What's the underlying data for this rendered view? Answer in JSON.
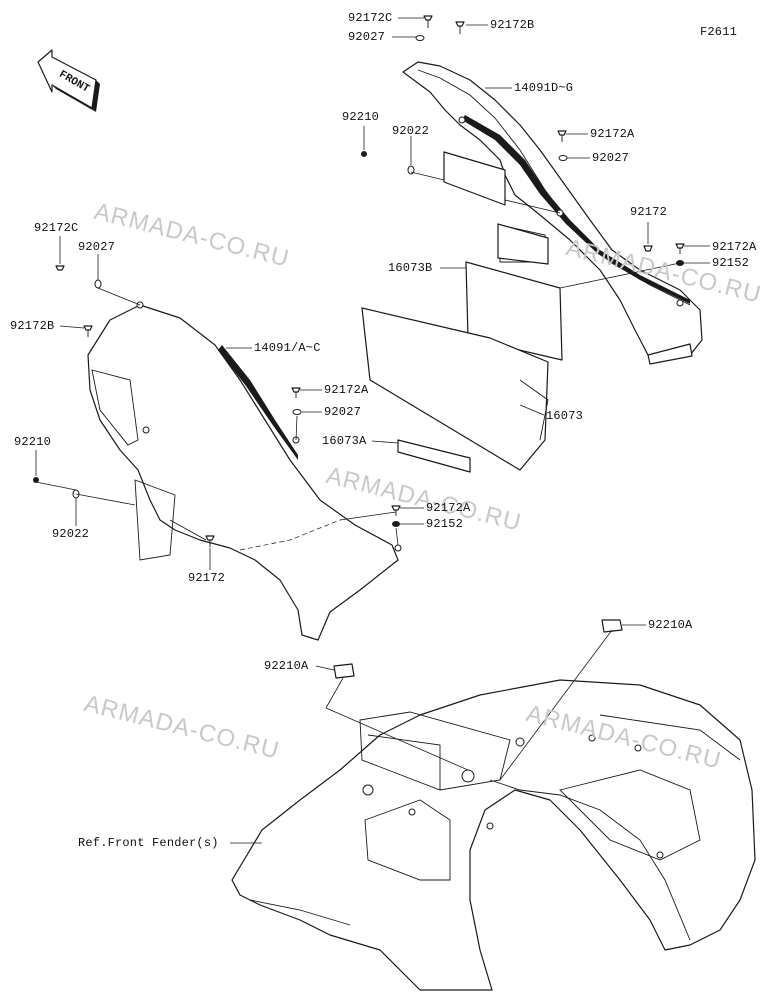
{
  "diagram_code": "F2611",
  "front_label": "FRONT",
  "icons": {
    "front": "front-arrow-icon"
  },
  "watermark": "ARMADA-CO.RU",
  "labels": {
    "p92172C_top": "92172C",
    "p92172B_top": "92172B",
    "p92027_top": "92027",
    "p14091DG": "14091D~G",
    "p92210_top": "92210",
    "p92022_top": "92022",
    "p92172A_r1": "92172A",
    "p92027_r1": "92027",
    "p92172_r": "92172",
    "p92172A_r2": "92172A",
    "p92152_r": "92152",
    "p16073B": "16073B",
    "p92172C_left": "92172C",
    "p92027_left": "92027",
    "p92172B_left": "92172B",
    "p14091AC": "14091/A~C",
    "p92172A_mid": "92172A",
    "p92027_mid": "92027",
    "p16073": "16073",
    "p16073A": "16073A",
    "p92210_left": "92210",
    "p92022_left": "92022",
    "p92172A_low": "92172A",
    "p92152_low": "92152",
    "p92172_left": "92172",
    "p92210A_right": "92210A",
    "p92210A_left": "92210A",
    "ref_fender": "Ref.Front Fender(s)"
  }
}
